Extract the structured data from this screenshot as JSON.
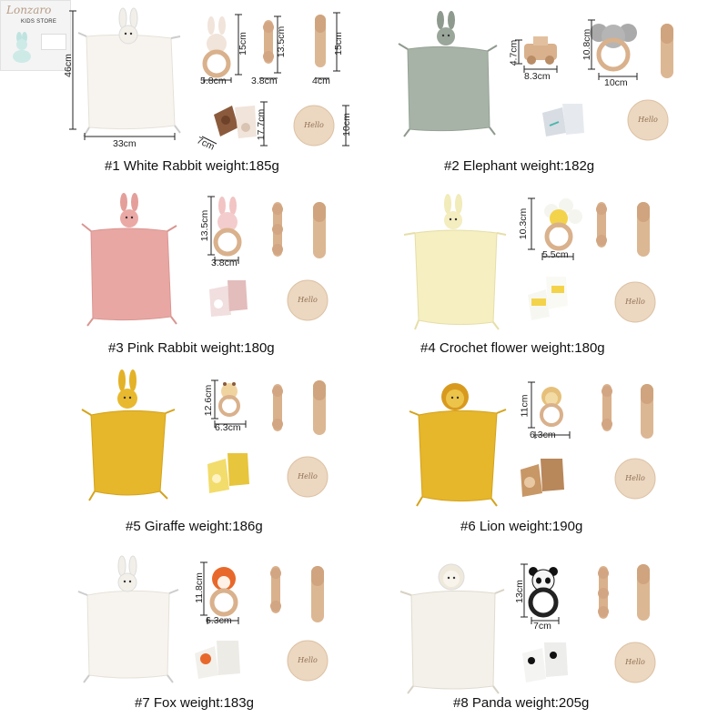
{
  "brand": {
    "logo": "Lonzaro",
    "store": "KIDS STORE"
  },
  "colors": {
    "white_blanket": "#f7f4ef",
    "sage_blanket": "#a8b3a7",
    "pink_blanket": "#e9a7a3",
    "cream_blanket": "#f5efc1",
    "mustard_blanket": "#e6b62b",
    "wood": "#d9b18c",
    "dim_line": "#222222"
  },
  "products": [
    {
      "id": "p1",
      "number": "#1",
      "name": "White Rabbit",
      "weight_label": "weight:185g",
      "dims": {
        "blanket_w": "33cm",
        "blanket_h": "46cm",
        "rattle_w": "5.8cm",
        "rattle_h": "15cm",
        "stick_w": "3.8cm",
        "stick_h": "13.5cm",
        "brush_w": "4cm",
        "brush_h": "15cm",
        "socks_w": "7cm",
        "socks_h": "17.7cm",
        "card_h": "10cm"
      }
    },
    {
      "id": "p2",
      "number": "#2",
      "name": "Elephant",
      "weight_label": "weight:182g",
      "dims": {
        "car_w": "8.3cm",
        "car_h": "4.7cm",
        "rattle_w": "10cm",
        "rattle_h": "10.8cm"
      }
    },
    {
      "id": "p3",
      "number": "#3",
      "name": "Pink Rabbit",
      "weight_label": "weight:180g",
      "dims": {
        "rattle_w": "3.8cm",
        "rattle_h": "13.5cm"
      }
    },
    {
      "id": "p4",
      "number": "#4",
      "name": "Crochet flower",
      "weight_label": "weight:180g",
      "dims": {
        "rattle_w": "5.5cm",
        "rattle_h": "10.3cm"
      }
    },
    {
      "id": "p5",
      "number": "#5",
      "name": "Giraffe",
      "weight_label": "weight:186g",
      "dims": {
        "rattle_w": "6.3cm",
        "rattle_h": "12.6cm"
      }
    },
    {
      "id": "p6",
      "number": "#6",
      "name": "Lion",
      "weight_label": "weight:190g",
      "dims": {
        "rattle_w": "6.3cm",
        "rattle_h": "11cm"
      }
    },
    {
      "id": "p7",
      "number": "#7",
      "name": "Fox",
      "weight_label": "weight:183g",
      "dims": {
        "rattle_w": "6.3cm",
        "rattle_h": "11.8cm"
      }
    },
    {
      "id": "p8",
      "number": "#8",
      "name": "Panda",
      "weight_label": "weight:205g",
      "dims": {
        "rattle_w": "7cm",
        "rattle_h": "13cm"
      }
    }
  ]
}
